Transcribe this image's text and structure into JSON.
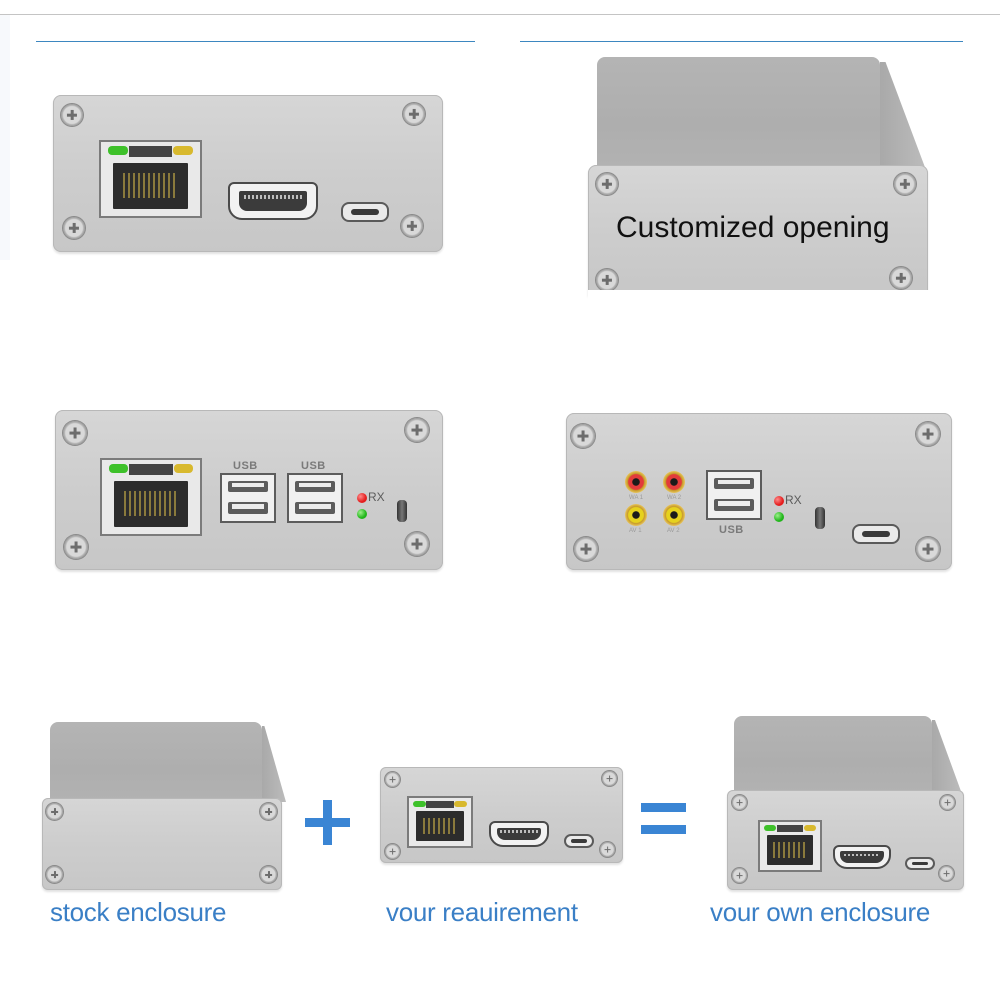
{
  "customized_panel": {
    "text": "Customized opening"
  },
  "panel_labels": {
    "usb": "USB",
    "rx": "RX",
    "rca": [
      "WA 1",
      "WA 2",
      "AV 1",
      "AV 2"
    ]
  },
  "equation": {
    "operator_plus": "+",
    "operator_equals": "=",
    "captions": {
      "stock": "stock enclosure",
      "requirement": "vour reauirement",
      "own": "vour own enclosure"
    }
  },
  "colors": {
    "accent_blue": "#3a7fc6",
    "divider_blue": "#3d87c0",
    "led_green": "#3ec12a",
    "led_yellow": "#d8b92e",
    "led_red": "#e41d1d",
    "aluminum": "#cdcdcd"
  }
}
